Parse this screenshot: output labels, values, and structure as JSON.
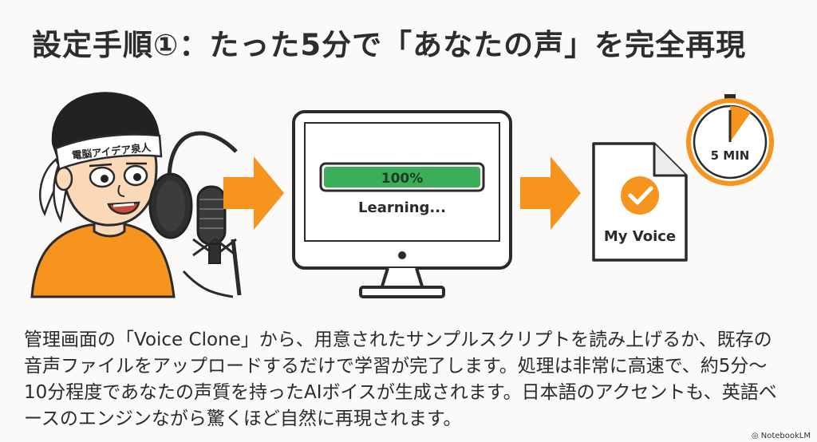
{
  "title": "設定手順①：たった5分で「あなたの声」を完全再現",
  "headband_text": "電脳アイデア泉人",
  "monitor": {
    "progress_percent": 100,
    "progress_label": "100%",
    "status_text": "Learning..."
  },
  "document_label": "My Voice",
  "timer_label": "5 MIN",
  "description": "管理画面の「Voice Clone」から、用意されたサンプルスクリプトを読み上げるか、既存の音声ファイルをアップロードするだけで学習が完了します。処理は非常に高速で、約5分〜10分程度であなたの声質を持ったAIボイスが生成されます。日本語のアクセントも、英語ベースのエンジンながら驚くほど自然に再現されます。",
  "watermark": "NotebookLM",
  "colors": {
    "orange": "#f7941d",
    "green": "#3cae5a",
    "outline": "#2b2b2b",
    "skin": "#f9d9b8",
    "mic": "#3a3a3a"
  }
}
